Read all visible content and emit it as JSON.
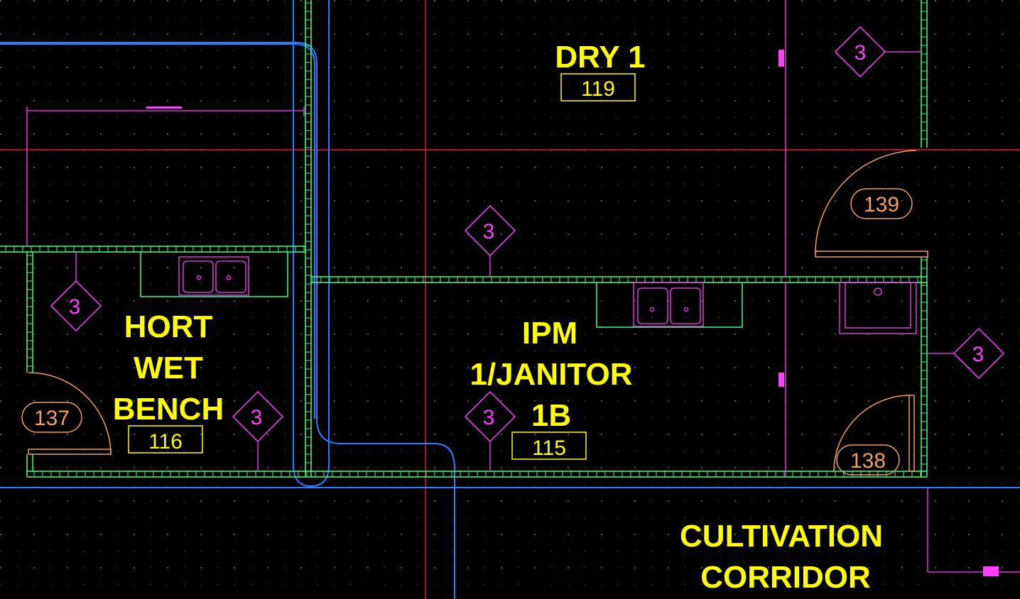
{
  "colors": {
    "background": "#000000",
    "grid_dot": "#6a6a6a",
    "wall": "#40ff80",
    "red_axis": "#e0202a",
    "blue_pipe": "#2a7fff",
    "magenta": "#ff40ff",
    "door": "#f0a060",
    "yellow": "#ffff00"
  },
  "rooms": [
    {
      "key": "dry1",
      "name_lines": [
        "DRY 1"
      ],
      "number": "119"
    },
    {
      "key": "hort",
      "name_lines": [
        "HORT",
        "WET",
        "BENCH"
      ],
      "number": "116"
    },
    {
      "key": "ipm",
      "name_lines": [
        "IPM",
        "1/JANITOR",
        "1B"
      ],
      "number": "115"
    },
    {
      "key": "corridor",
      "name_lines": [
        "CULTIVATION",
        "CORRIDOR"
      ],
      "number": ""
    }
  ],
  "door_tags": [
    {
      "key": "d137",
      "label": "137"
    },
    {
      "key": "d139",
      "label": "139"
    },
    {
      "key": "d138",
      "label": "138"
    }
  ],
  "elevation_tags": [
    {
      "key": "e1",
      "label": "3"
    },
    {
      "key": "e2",
      "label": "3"
    },
    {
      "key": "e3",
      "label": "3"
    },
    {
      "key": "e4",
      "label": "3"
    },
    {
      "key": "e5",
      "label": "3"
    },
    {
      "key": "e6",
      "label": "3"
    }
  ]
}
